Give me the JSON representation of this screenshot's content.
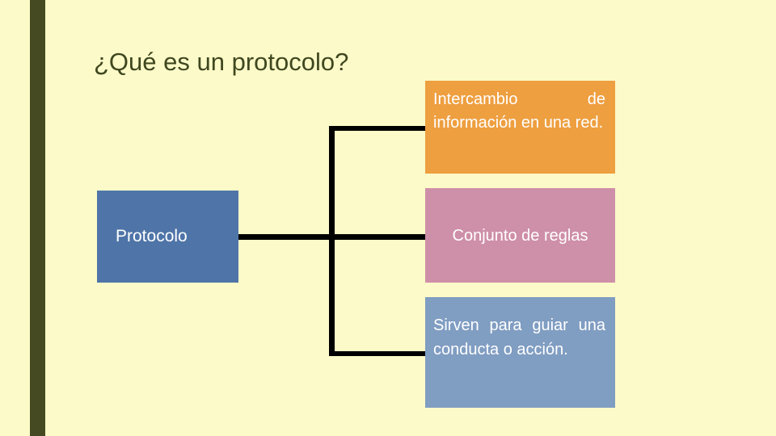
{
  "slide": {
    "title": "¿Qué es un protocolo?",
    "background_color": "#FCFAC8",
    "accent_stripe_color": "#454A22",
    "title_color": "#3F4720",
    "connector_color": "#000000"
  },
  "diagram": {
    "root": {
      "label": "Protocolo",
      "color": "#4F75A8"
    },
    "branches": [
      {
        "label": "Intercambio de información en una red.",
        "color": "#EE9F40"
      },
      {
        "label": "Conjunto de reglas",
        "color": "#CE8FA8"
      },
      {
        "label": "Sirven para guiar una conducta o acción.",
        "color": "#809DC2"
      }
    ]
  }
}
